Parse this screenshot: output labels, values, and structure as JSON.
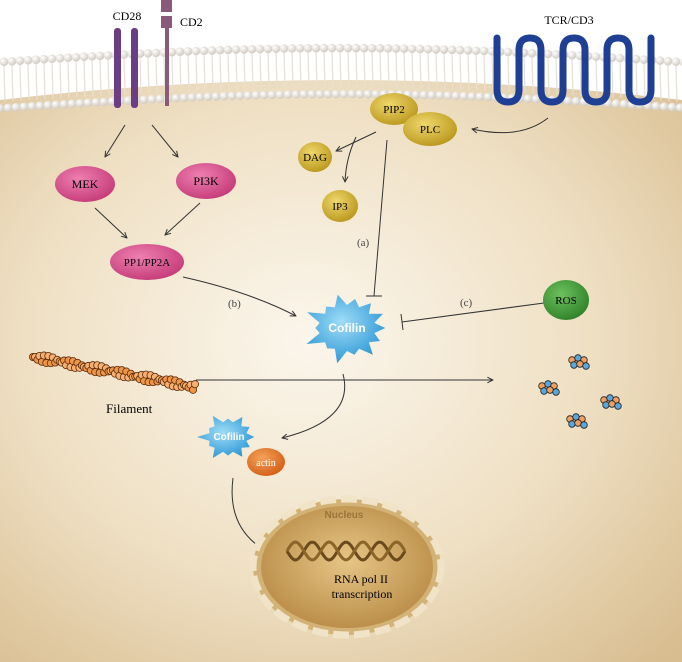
{
  "receptors": {
    "cd28": "CD28",
    "cd2": "CD2",
    "tcr": "TCR/CD3"
  },
  "nodes": {
    "pip2": "PIP2",
    "plc": "PLC",
    "dag": "DAG",
    "ip3": "IP3",
    "mek": "MEK",
    "pi3k": "PI3K",
    "pp1pp2a": "PP1/PP2A",
    "ros": "ROS",
    "cofilin": "Cofilin",
    "cofilin_complex": "Cofilin",
    "actin": "actin",
    "filament": "Filament",
    "nucleus": "Nucleus",
    "rna_line1": "RNA pol II",
    "rna_line2": "transcription"
  },
  "pathway_labels": {
    "a": "(a)",
    "b": "(b)",
    "c": "(c)"
  },
  "colors": {
    "cytoplasm": "#ecdcc0",
    "membrane_head": "#f4f1ea",
    "cd28": "#6a3d84",
    "cd2": "#8a5a7a",
    "tcr": "#1f3f94",
    "yellow_node": "#d7b632",
    "pink_node": "#d94f8d",
    "ros": "#3f9b35",
    "cofilin": "#3fa9e3",
    "actin": "#e8782a",
    "nucleus": "#c69b55"
  }
}
